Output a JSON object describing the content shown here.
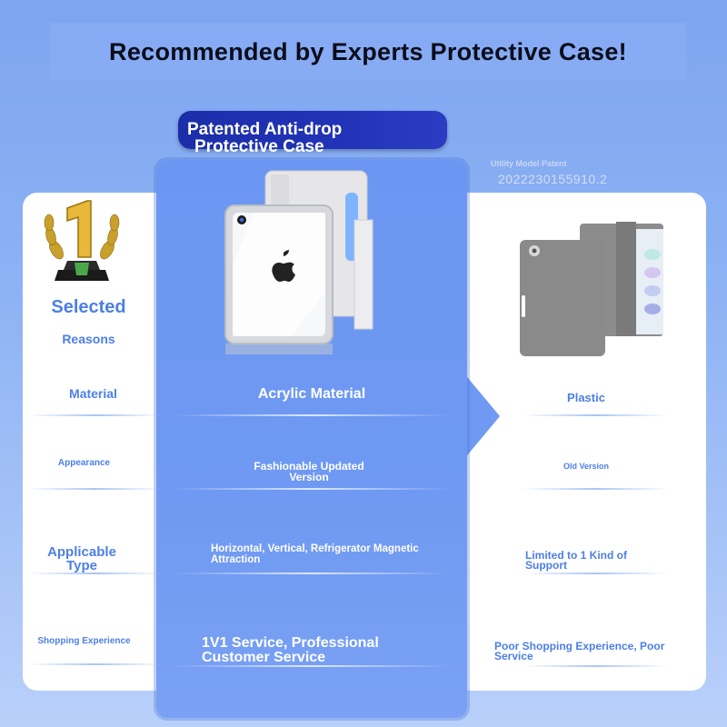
{
  "header": {
    "title": "Recommended by Experts Protective Case!"
  },
  "badge": {
    "line1": "Patented Anti-drop",
    "line2": "Protective Case"
  },
  "patent": {
    "label": "Utility Model Patent",
    "number": "2022230155910.2"
  },
  "left": {
    "trophy_text": "1",
    "selected": "Selected",
    "reasons": "Reasons",
    "rows": [
      "Material",
      "Appearance",
      "Applicable Type",
      "Shopping Experience"
    ]
  },
  "center": {
    "rows": [
      "Acrylic Material",
      "Fashionable Updated Version",
      "Horizontal, Vertical, Refrigerator Magnetic Attraction",
      "1V1 Service, Professional Customer Service"
    ]
  },
  "right": {
    "rows": [
      "Plastic",
      "Old Version",
      "Limited to 1 Kind of Support",
      "Poor Shopping Experience, Poor Service"
    ]
  },
  "colors": {
    "accent": "#4c7fe6",
    "card": "#6f99f2",
    "badge": "#1b2ea8",
    "product_gray": "#8a8a8a"
  }
}
